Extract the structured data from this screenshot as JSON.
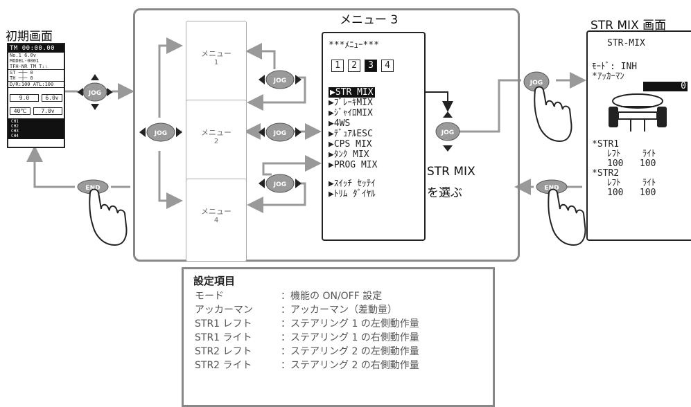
{
  "labels": {
    "initial": "初期画面",
    "menu3": "メニュー 3",
    "str_mix_screen": "STR MIX 画面",
    "choose_line1": "STR MIX",
    "choose_line2": "を選ぶ"
  },
  "initial_screen": {
    "header": "TM 00:00.00",
    "row1": "No.1  6.0v",
    "row2": "MODEL-0001",
    "row3": "TFH-NR TM Tᵢₗ",
    "row4": "ST  ─┼─  0",
    "row5": "TH  ─┼─  0",
    "row6": "D/R:100 ATL:100",
    "box1": "9.0",
    "box2": "6.0v",
    "box3": "40℃",
    "box4": "7.0v",
    "ch": [
      "CH1",
      "CH2",
      "CH3",
      "CH4"
    ]
  },
  "menu_cards": [
    {
      "line1": "メニュー",
      "line2": "1"
    },
    {
      "line1": "メニュー",
      "line2": "2"
    },
    {
      "line1": "メニュー",
      "line2": "4"
    }
  ],
  "menu3_screen": {
    "title": "***ﾒﾆｭｰ***",
    "tabs": [
      "1",
      "2",
      "3",
      "4"
    ],
    "items": [
      "▶STR MIX",
      "▶ﾌﾞﾚｰｷMIX",
      "▶ｼﾞｬｲﾛMIX",
      "▶4WS",
      "▶ﾃﾞｭｱﾙESC",
      "▶CPS MIX",
      "▶ﾀﾝｸ MIX",
      "▶PROG MIX"
    ],
    "items2": [
      "▶ｽｲｯﾁ ｾｯﾃｲ",
      "▶ﾄﾘﾑ ﾀﾞｲﾔﾙ"
    ]
  },
  "str_screen": {
    "title": "STR-MIX",
    "mode": "ﾓｰﾄﾞ: INH",
    "acker": "*ｱｯｶｰﾏﾝ",
    "acker_val": "0",
    "str1": "*STR1",
    "str1_head": "ﾚﾌﾄ    ﾗｲﾄ",
    "str1_vals": "100   100",
    "str2": "*STR2",
    "str2_head": "ﾚﾌﾄ    ﾗｲﾄ",
    "str2_vals": "100   100"
  },
  "buttons": {
    "jog": "JOG",
    "end": "END"
  },
  "legend": {
    "title": "設定項目",
    "rows": [
      {
        "k": "モード",
        "v": "：機能の ON/OFF 設定"
      },
      {
        "k": "アッカーマン",
        "v": "：アッカーマン（差動量）"
      },
      {
        "k": "STR1 レフト",
        "v": "：ステアリング 1 の左側動作量"
      },
      {
        "k": "STR1 ライト",
        "v": "：ステアリング 1 の右側動作量"
      },
      {
        "k": "STR2 レフト",
        "v": "：ステアリング 2 の左側動作量"
      },
      {
        "k": "STR2 ライト",
        "v": "：ステアリング 2 の右側動作量"
      }
    ]
  },
  "colors": {
    "arrow": "#999999",
    "panel": "#888888",
    "jog": "#9a9a9a"
  }
}
